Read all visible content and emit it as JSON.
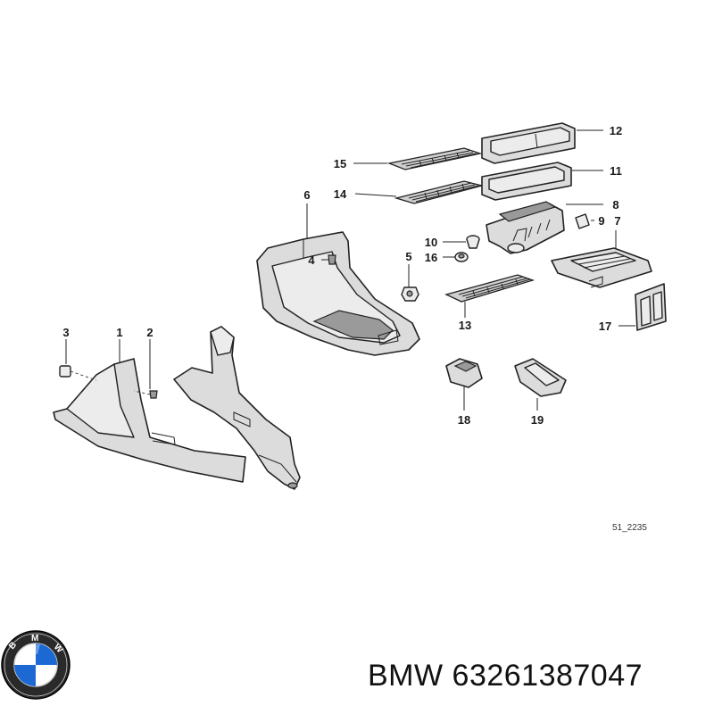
{
  "callouts": {
    "c1": "1",
    "c2": "2",
    "c3": "3",
    "c4": "4",
    "c5": "5",
    "c6": "6",
    "c7": "7",
    "c8": "8",
    "c9": "9",
    "c10": "10",
    "c11": "11",
    "c12": "12",
    "c13": "13",
    "c14": "14",
    "c15": "15",
    "c16": "16",
    "c17": "17",
    "c18": "18",
    "c19": "19"
  },
  "diagram_ref": "51_2235",
  "caption": "BMW 63261387047",
  "logo": {
    "icon": "bmw-logo-icon",
    "letters": "BMW",
    "colors": {
      "blue": "#1c69d4",
      "white": "#ffffff",
      "ring": "#111111"
    }
  }
}
